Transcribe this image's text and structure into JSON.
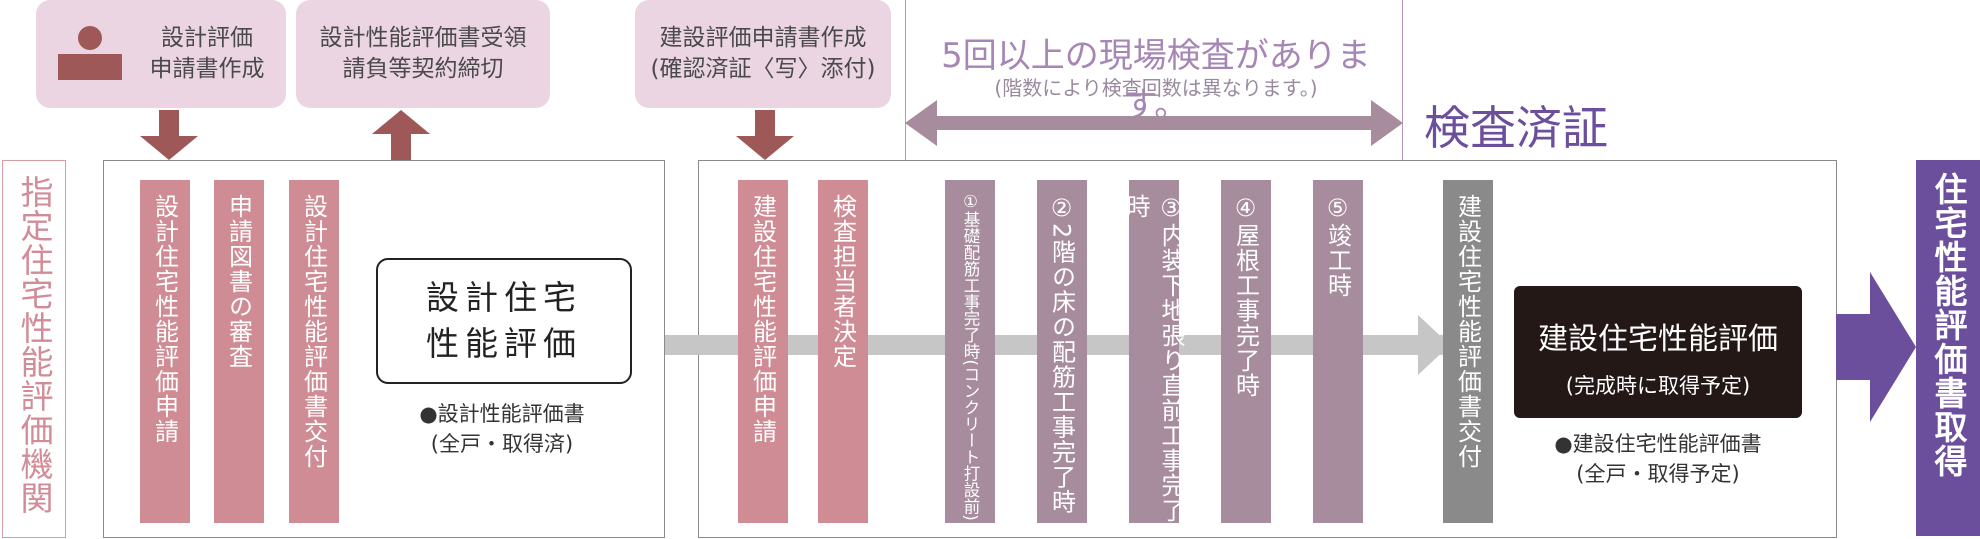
{
  "top_boxes": {
    "design_apply": "設計評価\n申請書作成",
    "design_receive": "設計性能評価書受領\n請負等契約締切",
    "build_apply": "建設評価申請書作成\n(確認済証〈写〉添付)"
  },
  "inspection": {
    "title": "5回以上の現場検査があります。",
    "note": "(階数により検査回数は異なります。)"
  },
  "inspected_label": "検査済証",
  "left_org_label": "指定住宅性能評価機関",
  "right_result_label": "住宅性能評価書取得",
  "design_steps": [
    "設計住宅性能評価申請",
    "申請図書の審査",
    "設計住宅性能評価書交付"
  ],
  "design_eval": {
    "box_text": "設計住宅\n性能評価",
    "doc_line1": "●設計性能評価書",
    "doc_line2": "(全戸・取得済)"
  },
  "build_steps": [
    "建設住宅性能評価申請",
    "検査担当者決定"
  ],
  "inspections": [
    "①基礎配筋工事完了時(コンクリート打設前)",
    "②2階の床の配筋工事完了時",
    "③内装下地張り直前工事完了時",
    "④屋根工事完了時",
    "⑤竣工時"
  ],
  "build_delivery": "建設住宅性能評価書交付",
  "build_eval": {
    "title": "建設住宅性能評価",
    "subtitle": "(完成時に取得予定)",
    "doc_line1": "●建設住宅性能評価書",
    "doc_line2": "(全戸・取得予定)"
  },
  "colors": {
    "pink_box": "#ecd5e2",
    "rose": "#cf8c94",
    "mauve": "#a78c9d",
    "grey": "#8a8a8a",
    "arrow_brown": "#9e5858",
    "purple": "#6b4f9c",
    "lavender_text": "#a686b5"
  },
  "icons": [
    "person-icon",
    "down-arrow-icon",
    "up-arrow-icon",
    "double-arrow-icon",
    "right-arrow-icon"
  ]
}
